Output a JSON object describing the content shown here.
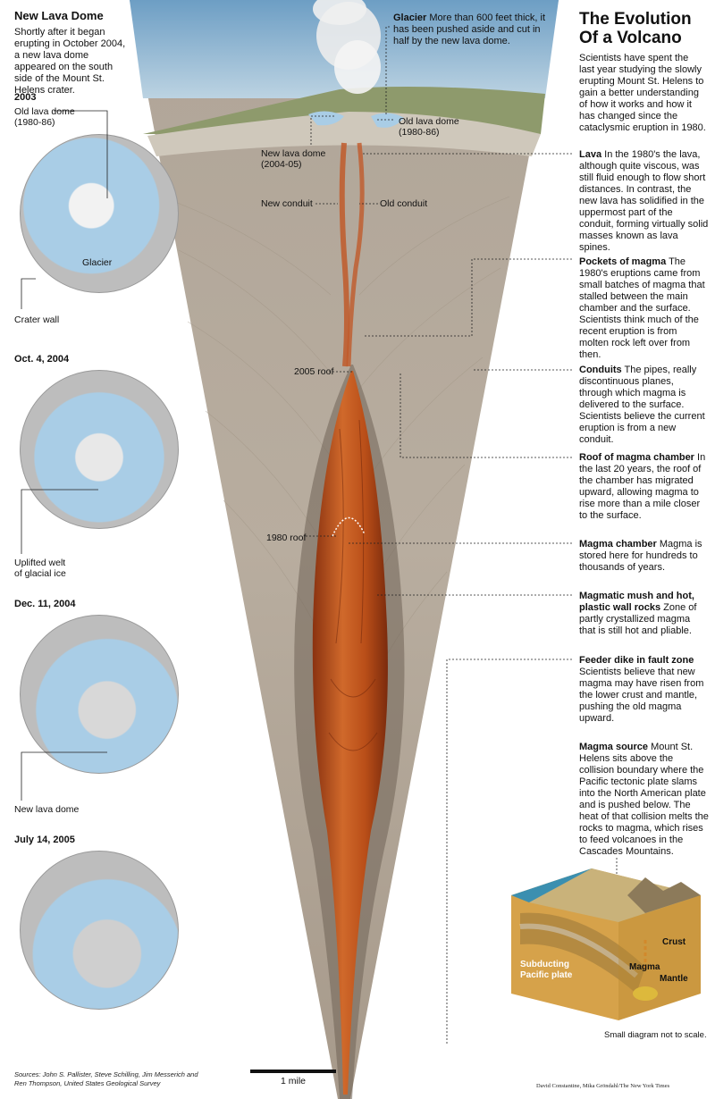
{
  "left": {
    "heading": "New Lava Dome",
    "intro": "Shortly after it began erupting in October 2004, a new lava dome appeared on the south side of the Mount St. Helens crater.",
    "panels": [
      {
        "date": "2003",
        "label_a": "Old lava dome",
        "label_a2": "(1980-86)",
        "label_b": "Glacier",
        "label_c": "Crater wall"
      },
      {
        "date": "Oct. 4, 2004",
        "label_a": "Uplifted welt",
        "label_a2": "of glacial ice"
      },
      {
        "date": "Dec. 11, 2004",
        "label_a": "New lava dome"
      },
      {
        "date": "July 14, 2005"
      }
    ],
    "sources": "Sources: John S. Pallister, Steve Schilling, Jim Messerich and Ren Thompson, United States Geological Survey"
  },
  "center": {
    "glacier_title": "Glacier",
    "glacier_text": "More than 600 feet thick, it has been pushed aside and cut in half by the new lava dome.",
    "old_dome": "Old lava dome",
    "old_dome_years": "(1980-86)",
    "new_dome": "New lava dome",
    "new_dome_years": "(2004-05)",
    "new_conduit": "New conduit",
    "old_conduit": "Old conduit",
    "roof_2005": "2005 roof",
    "roof_1980": "1980 roof",
    "scale": "1 mile"
  },
  "right": {
    "title_line1": "The Evolution",
    "title_line2": "Of a Volcano",
    "intro": "Scientists have spent the last year studying the slowly erupting Mount St. Helens to gain a better understanding of how it works and how it has changed since the cataclysmic eruption in 1980.",
    "notes": [
      {
        "head": "Lava",
        "text": "In the 1980's the lava, although quite viscous, was still fluid enough to flow short distances. In contrast, the new lava has solidified in the uppermost part of the conduit, forming virtually solid masses known as lava spines."
      },
      {
        "head": "Pockets of magma",
        "text": "The 1980's eruptions came from small batches of magma that stalled between the main chamber and the surface. Scientists think much of the recent eruption is from molten rock left over from then."
      },
      {
        "head": "Conduits",
        "text": "The pipes, really discontinuous planes, through which magma is delivered to the surface. Scientists believe the current eruption is from a new conduit."
      },
      {
        "head": "Roof of magma chamber",
        "text": "In the last 20 years, the roof of the chamber has migrated upward, allowing magma to rise more than a mile closer to the surface."
      },
      {
        "head": "Magma chamber",
        "text": "Magma is stored here for hundreds to thousands of years."
      },
      {
        "head": "Magmatic mush and hot, plastic wall rocks",
        "text": "Zone of partly crystallized magma that is still hot and pliable."
      },
      {
        "head": "Feeder dike in fault zone",
        "text": "Scientists believe that new magma may have risen from the lower crust and mantle, pushing the old magma upward."
      },
      {
        "head": "Magma source",
        "text": "Mount St. Helens sits above the collision boundary where the Pacific tectonic plate slams into the North American plate and is pushed below. The heat of that collision melts the rocks to magma, which rises to feed volcanoes in the Cascades Mountains."
      }
    ],
    "inset_crust": "Crust",
    "inset_magma": "Magma",
    "inset_mantle": "Mantle",
    "inset_plate1": "Subducting",
    "inset_plate2": "Pacific plate",
    "inset_note": "Small diagram not to scale.",
    "credit": "David Constantine, Mika Gröndahl/The New York Times"
  },
  "colors": {
    "ice": "#a9cde6",
    "lava": "#c0541c",
    "ground": "#b7aa9c"
  }
}
